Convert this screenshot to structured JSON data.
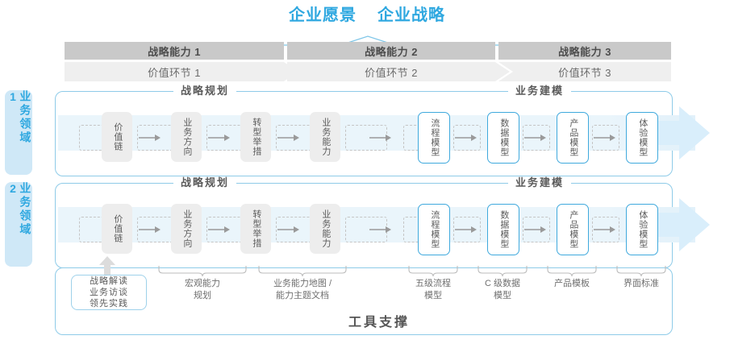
{
  "header": {
    "titles": [
      "企业愿景",
      "企业战略"
    ],
    "accent_color": "#2fa8e0"
  },
  "capabilities": [
    {
      "label": "战略能力 1"
    },
    {
      "label": "战略能力 2"
    },
    {
      "label": "战略能力 3"
    }
  ],
  "value_chain": [
    {
      "label": "价值环节 1"
    },
    {
      "label": "价值环节 2"
    },
    {
      "label": "价值环节 3"
    }
  ],
  "domains": [
    {
      "label": "业务领域 1"
    },
    {
      "label": "业务领域 2"
    }
  ],
  "sections": {
    "strategy_planning": "战略规划",
    "business_modeling": "业务建模"
  },
  "row1": {
    "nodes": [
      {
        "label": "价值链",
        "style": "grey"
      },
      {
        "label": "业务方向",
        "style": "grey"
      },
      {
        "label": "转型举措",
        "style": "grey"
      },
      {
        "label": "业务能力",
        "style": "grey"
      },
      {
        "label": "流程模型",
        "style": "blue"
      },
      {
        "label": "数据模型",
        "style": "blue"
      },
      {
        "label": "产品模型",
        "style": "blue"
      },
      {
        "label": "体验模型",
        "style": "blue"
      }
    ]
  },
  "row2": {
    "nodes": [
      {
        "label": "价值链",
        "style": "grey"
      },
      {
        "label": "业务方向",
        "style": "grey"
      },
      {
        "label": "转型举措",
        "style": "grey"
      },
      {
        "label": "业务能力",
        "style": "grey"
      },
      {
        "label": "流程模型",
        "style": "blue"
      },
      {
        "label": "数据模型",
        "style": "blue"
      },
      {
        "label": "产品模型",
        "style": "blue"
      },
      {
        "label": "体验模型",
        "style": "blue"
      }
    ]
  },
  "strategy_input": {
    "lines": [
      "战略解读",
      "业务访谈",
      "领先实践"
    ]
  },
  "tools": [
    {
      "label": "宏观能力\n规划"
    },
    {
      "label": "业务能力地图 /\n能力主题文档"
    },
    {
      "label": "五级流程\n模型"
    },
    {
      "label": "C 级数据\n模型"
    },
    {
      "label": "产品模板"
    },
    {
      "label": "界面标准"
    }
  ],
  "tool_support_title": "工具支撑",
  "colors": {
    "blue": "#2fa8e0",
    "light_blue_tab": "#cfe8f7",
    "band_border": "#8ecbe8",
    "grey_bar": "#c9c9c9",
    "light_grey_bar": "#ededed",
    "node_grey": "#ededed",
    "text": "#5a5a5a"
  }
}
